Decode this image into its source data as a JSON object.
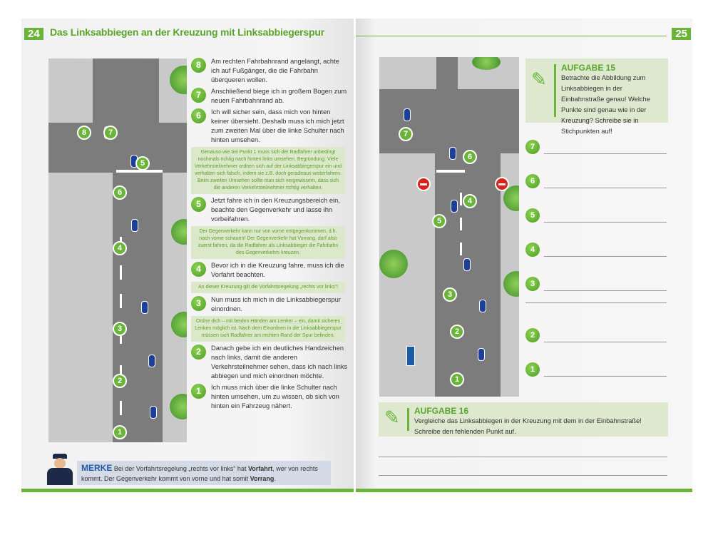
{
  "left_page": {
    "page_number": "24",
    "title": "Das Linksabbiegen an der Kreuzung mit Linksabbiegerspur",
    "diagram_markers": [
      "8",
      "7",
      "5",
      "6",
      "4",
      "3",
      "2",
      "1"
    ],
    "steps": [
      {
        "num": "8",
        "text": "Am rechten Fahrbahnrand angelangt, achte ich auf Fußgänger, die die Fahrbahn überqueren wollen."
      },
      {
        "num": "7",
        "text": "Anschließend biege ich in großem Bogen zum neuen Fahrbahnrand ab."
      },
      {
        "num": "6",
        "text": "Ich will sicher sein, dass mich von hinten keiner übersieht. Deshalb muss ich mich jetzt zum zweiten Mal über die linke Schulter nach hinten umsehen."
      },
      {
        "num": "5",
        "text": "Jetzt fahre ich in den Kreuzungsbereich ein, beachte den Gegenverkehr und lasse ihn vorbeifahren."
      },
      {
        "num": "4",
        "text": "Bevor ich in die Kreuzung fahre, muss ich die Vorfahrt beachten."
      },
      {
        "num": "3",
        "text": "Nun muss ich mich in die Linksabbiegerspur einordnen."
      },
      {
        "num": "2",
        "text": "Danach gebe ich ein deutliches Handzeichen nach links, damit die anderen Verkehrsteilnehmer sehen, dass ich nach links abbiegen und mich einordnen möchte."
      },
      {
        "num": "1",
        "text": "Ich muss mich über die linke Schulter nach hinten umsehen, um zu wissen, ob sich von hinten ein Fahrzeug nähert."
      }
    ],
    "notes": [
      "Genauso wie bei Punkt 1 muss sich der Radfahrer unbedingt nochmals richtig nach hinten links umsehen. Begründung: Viele Verkehrsteilnehmer ordnen sich auf der Linksabbiegerspur ein und verhalten sich falsch, indem sie z.B. doch geradeaus weiterfahren. Beim zweiten Umsehen sollte man sich vergewissern, dass sich die anderen Verkehrsteilnehmer richtig verhalten.",
      "Der Gegenverkehr kann nur von vorne entgegenkommen, d.h. nach vorne schauen! Der Gegenverkehr hat Vorrang, darf also zuerst fahren, da die Radfahrer als Linksabbieger die Fahrbahn des Gegenverkehrs kreuzen.",
      "An dieser Kreuzung gilt die Vorfahrtsregelung „rechts vor links“!",
      "Ordne dich – mit beiden Händen am Lenker – ein, damit sicheres Lenken möglich ist. Nach dem Einordnen in die Linksabbiegerspur müssen sich Radfahrer am rechten Rand der Spur befinden."
    ],
    "merke": {
      "label": "MERKE",
      "t1": "Bei der Vorfahrtsregelung „rechts vor links“ hat ",
      "b1": "Vorfahrt",
      "t2": ", wer von rechts kommt. Der Gegenverkehr kommt von vorne und hat somit ",
      "b2": "Vorrang",
      "t3": "."
    }
  },
  "right_page": {
    "page_number": "25",
    "diagram_markers": [
      "7",
      "6",
      "4",
      "5",
      "3",
      "2",
      "1"
    ],
    "task15": {
      "heading": "AUFGABE 15",
      "text": "Betrachte die Abbildung zum Linksabbiegen in der Einbahnstraße genau! Welche Punkte sind genau wie in der Kreuzung? Schreibe sie in Stichpunkten auf!"
    },
    "answer_numbers": [
      "7",
      "6",
      "5",
      "4",
      "3",
      "2",
      "1"
    ],
    "task16": {
      "heading": "AUFGABE 16",
      "text": "Vergleiche das Linksabbiegen in der Kreuzung mit dem in der Einbahnstraße! Schreibe den fehlenden Punkt auf."
    }
  },
  "colors": {
    "accent": "#6bb43a",
    "note_bg": "#dbe8c9",
    "merke_bg": "#d5dbe6",
    "merke_label": "#1d5aa6"
  }
}
